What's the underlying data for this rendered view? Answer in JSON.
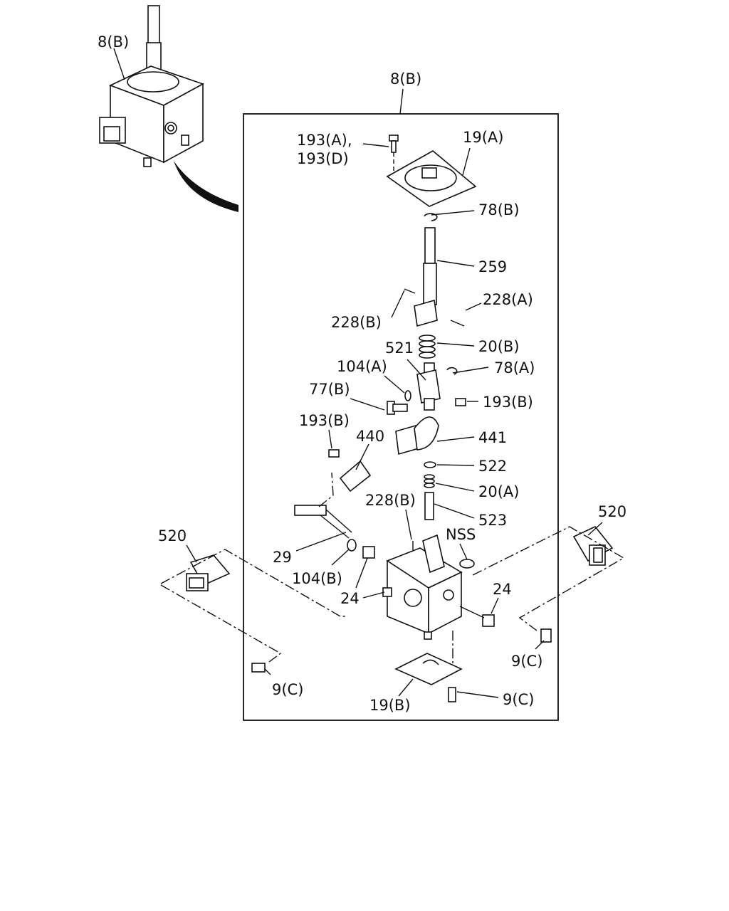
{
  "labels": {
    "assembly_main": "8(B)",
    "assembly_inset": "8(B)",
    "bolt_193a": "193(A),",
    "bolt_193d": "193(D)",
    "plate_19a": "19(A)",
    "clip_78b": "78(B)",
    "shaft_259": "259",
    "pin_228a": "228(A)",
    "pin_228b_top": "228(B)",
    "spring_20b": "20(B)",
    "part_521": "521",
    "washer_104a": "104(A)",
    "clip_78a": "78(A)",
    "bolt_77b": "77(B)",
    "bolt_193b_right": "193(B)",
    "bolt_193b_left": "193(B)",
    "bracket_440": "440",
    "bracket_441": "441",
    "part_522": "522",
    "spring_20a": "20(A)",
    "pin_228b_mid": "228(B)",
    "part_523": "523",
    "nss": "NSS",
    "switch_520_left": "520",
    "switch_520_right": "520",
    "pin_29": "29",
    "washer_104b": "104(B)",
    "bush_24_left": "24",
    "bush_24_right": "24",
    "bolt_9c_right": "9(C)",
    "bolt_9c_left": "9(C)",
    "plate_19b": "19(B)",
    "bolt_9c_bottom": "9(C)"
  }
}
